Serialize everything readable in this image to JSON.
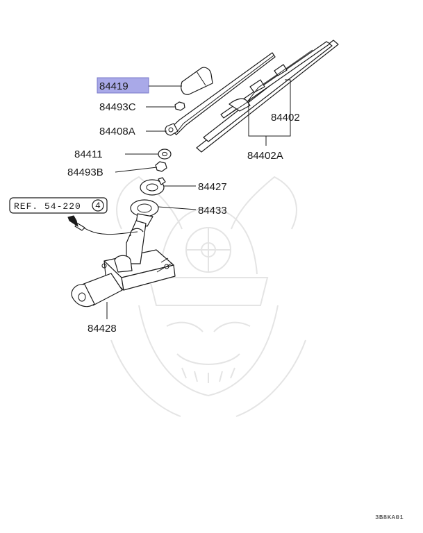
{
  "labels": {
    "p84419": "84419",
    "p84493C": "84493C",
    "p84408A": "84408A",
    "p84402": "84402",
    "p84402A": "84402A",
    "p84411": "84411",
    "p84493B": "84493B",
    "p84427": "84427",
    "p84433": "84433",
    "p84428": "84428"
  },
  "reference": {
    "text": "REF. 54-220",
    "circled_number": "4"
  },
  "diagram_code": "3B8KA01",
  "highlight": {
    "part": "84419",
    "color": "#a9a9e8"
  },
  "watermark": {
    "icon": "samurai-helmet-watermark-icon",
    "color": "#e4e4e4"
  }
}
